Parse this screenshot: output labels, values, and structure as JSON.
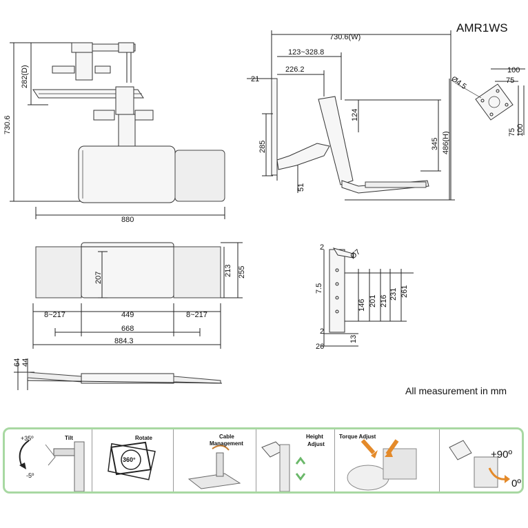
{
  "model": "AMR1WS",
  "note": "All measurement in mm",
  "front_view": {
    "height_total": "730.6",
    "depth": "282(D)",
    "width": "880"
  },
  "side_view": {
    "width": "730.6(W)",
    "range": "123~328.8",
    "offset": "226.2",
    "top_gap": "21",
    "arm_height": "285",
    "tray_height": "345",
    "height_total": "486(H)",
    "small": "51",
    "col": "124"
  },
  "vesa": {
    "hole": "Ø4.5",
    "h100": "100",
    "h75": "75",
    "v75": "75",
    "v100": "100"
  },
  "plan_view": {
    "d207": "207",
    "d213": "213",
    "d255": "255",
    "left_range": "8~217",
    "center": "449",
    "right_range": "8~217",
    "inner": "668",
    "overall": "884.3"
  },
  "clamp": {
    "hole": "Ø7",
    "top": "2",
    "d75": "7.5",
    "d146": "146",
    "d201": "201",
    "d216": "216",
    "d231": "231",
    "d261": "261",
    "bottom2": "2",
    "d26": "26",
    "d13": "13"
  },
  "low_view": {
    "d64": "64",
    "d44": "44"
  },
  "features": {
    "tilt": {
      "label": "Tilt",
      "up": "+35º",
      "down": "-5º"
    },
    "rotate": {
      "label": "Rotate",
      "badge": "360°"
    },
    "cable": {
      "label1": "Cable",
      "label2": "Management"
    },
    "height": {
      "label1": "Height",
      "label2": "Adjust"
    },
    "torque": {
      "label": "Torque Adjust"
    },
    "rotation": {
      "plus": "+90º",
      "zero": "0º"
    }
  }
}
